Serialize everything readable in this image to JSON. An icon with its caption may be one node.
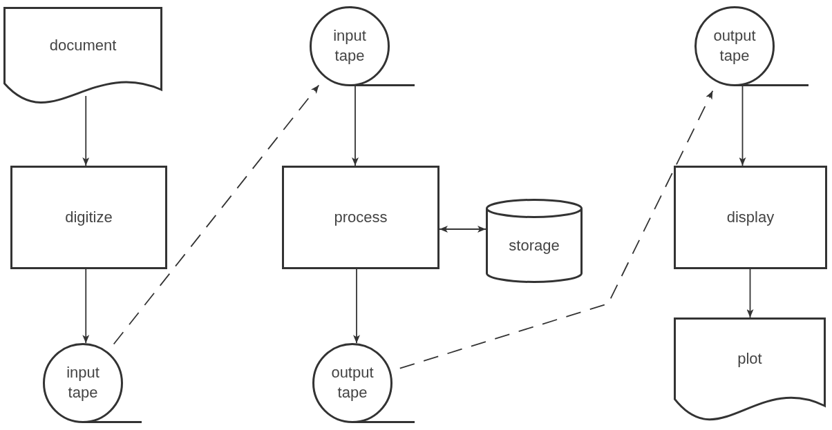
{
  "diagram": {
    "nodes": [
      {
        "text": [
          "document"
        ]
      },
      {
        "text": [
          "digitize"
        ]
      },
      {
        "text": [
          "input tape"
        ]
      },
      {
        "text": [
          "input tape"
        ]
      },
      {
        "text": [
          "process"
        ]
      },
      {
        "text": [
          "storage"
        ]
      },
      {
        "text": [
          "output tape"
        ]
      },
      {
        "text": [
          "output tape"
        ]
      },
      {
        "text": [
          "display"
        ]
      },
      {
        "text": [
          "plot"
        ]
      }
    ],
    "edges": [
      {
        "from": 0,
        "to": 1,
        "arrow": "to"
      },
      {
        "from": 1,
        "to": 2,
        "arrow": "to"
      },
      {
        "from": 2,
        "to": 3,
        "arrow": "to",
        "style": "dashed"
      },
      {
        "from": 3,
        "to": 4,
        "arrow": "to"
      },
      {
        "from": 4,
        "to": 5,
        "arrow": "both"
      },
      {
        "from": 4,
        "to": 6,
        "arrow": "to"
      },
      {
        "from": 6,
        "to": 7,
        "arrow": "to",
        "style": "dashed"
      },
      {
        "from": 7,
        "to": 8,
        "arrow": "to"
      },
      {
        "from": 8,
        "to": 9,
        "arrow": "to"
      }
    ]
  }
}
